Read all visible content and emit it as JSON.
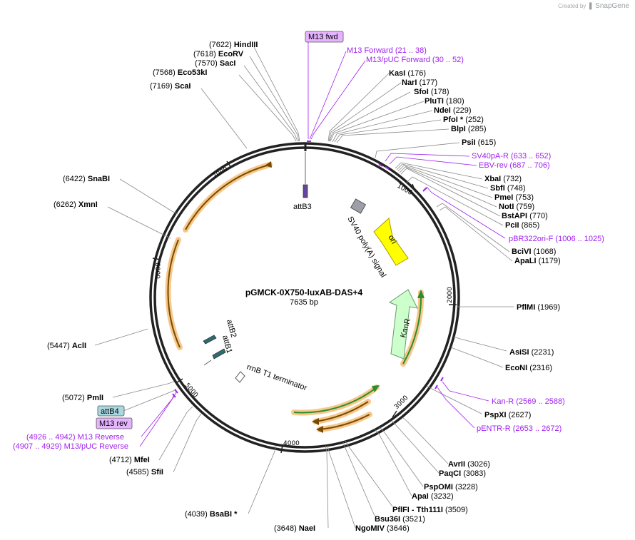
{
  "watermark": {
    "prefix": "Created by",
    "brand": "SnapGene"
  },
  "plasmid": {
    "name": "pGMCK-0X750-luxAB-DAS+4",
    "length_label": "7635 bp"
  },
  "ticks": [
    "1000",
    "2000",
    "3000",
    "4000",
    "5000",
    "6000",
    "7000"
  ],
  "features": [
    {
      "id": "attB3",
      "label": "attB3",
      "color": "#6b3fa0"
    },
    {
      "id": "sv40",
      "label": "SV40 poly(A) signal",
      "color": "#9aa0a6"
    },
    {
      "id": "ori",
      "label": "ori",
      "color": "#ffff00"
    },
    {
      "id": "kanr",
      "label": "KanR",
      "color": "#ccffcc"
    },
    {
      "id": "attB2",
      "label": "attB2",
      "color": "#2f6b73"
    },
    {
      "id": "attB1",
      "label": "attB1",
      "color": "#2f6b73"
    },
    {
      "id": "rrnb",
      "label": "rrnB T1 terminator",
      "color": "#ffffff"
    }
  ],
  "boxed_labels": [
    {
      "id": "m13fwd",
      "text": "M13 fwd",
      "color": "#e6b3ff"
    },
    {
      "id": "attb4",
      "text": "attB4",
      "color": "#a8d8e0"
    },
    {
      "id": "m13rev",
      "text": "M13 rev",
      "color": "#e6b3ff"
    }
  ],
  "enzymes": [
    {
      "pos": "(7622)",
      "name": "HindIII"
    },
    {
      "pos": "(7618)",
      "name": "EcoRV"
    },
    {
      "pos": "(7570)",
      "name": "SacI"
    },
    {
      "pos": "(7568)",
      "name": "Eco53kI"
    },
    {
      "pos": "(7169)",
      "name": "ScaI"
    },
    {
      "pos": "(176)",
      "name": "KasI"
    },
    {
      "pos": "(177)",
      "name": "NarI"
    },
    {
      "pos": "(178)",
      "name": "SfoI"
    },
    {
      "pos": "(180)",
      "name": "PluTI"
    },
    {
      "pos": "(229)",
      "name": "NdeI"
    },
    {
      "pos": "(252)",
      "name": "PfoI *"
    },
    {
      "pos": "(285)",
      "name": "BlpI"
    },
    {
      "pos": "(615)",
      "name": "PsiI"
    },
    {
      "pos": "(732)",
      "name": "XbaI"
    },
    {
      "pos": "(748)",
      "name": "SbfI"
    },
    {
      "pos": "(753)",
      "name": "PmeI"
    },
    {
      "pos": "(759)",
      "name": "NotI"
    },
    {
      "pos": "(770)",
      "name": "BstAPI"
    },
    {
      "pos": "(865)",
      "name": "PciI"
    },
    {
      "pos": "(1068)",
      "name": "BciVI"
    },
    {
      "pos": "(1179)",
      "name": "ApaLI"
    },
    {
      "pos": "(1969)",
      "name": "PflMI"
    },
    {
      "pos": "(2231)",
      "name": "AsiSI"
    },
    {
      "pos": "(2316)",
      "name": "EcoNI"
    },
    {
      "pos": "(2627)",
      "name": "PspXI"
    },
    {
      "pos": "(3026)",
      "name": "AvrII"
    },
    {
      "pos": "(3083)",
      "name": "PaqCI"
    },
    {
      "pos": "(3228)",
      "name": "PspOMI"
    },
    {
      "pos": "(3232)",
      "name": "ApaI"
    },
    {
      "pos": "(3509)",
      "name": "PflFI - Tth111I"
    },
    {
      "pos": "(3521)",
      "name": "Bsu36I"
    },
    {
      "pos": "(3646)",
      "name": "NgoMIV"
    },
    {
      "pos": "(3648)",
      "name": "NaeI"
    },
    {
      "pos": "(4039)",
      "name": "BsaBI *"
    },
    {
      "pos": "(4585)",
      "name": "SfiI"
    },
    {
      "pos": "(4712)",
      "name": "MfeI"
    },
    {
      "pos": "(5072)",
      "name": "PmlI"
    },
    {
      "pos": "(5447)",
      "name": "AclI"
    },
    {
      "pos": "(6262)",
      "name": "XmnI"
    },
    {
      "pos": "(6422)",
      "name": "SnaBI"
    }
  ],
  "primers": [
    {
      "name": "M13 Forward",
      "range": "(21 .. 38)"
    },
    {
      "name": "M13/pUC Forward",
      "range": "(30 .. 52)"
    },
    {
      "name": "SV40pA-R",
      "range": "(633 .. 652)"
    },
    {
      "name": "EBV-rev",
      "range": "(687 .. 706)"
    },
    {
      "name": "pBR322ori-F",
      "range": "(1006 .. 1025)"
    },
    {
      "name": "Kan-R",
      "range": "(2569 .. 2588)"
    },
    {
      "name": "pENTR-R",
      "range": "(2653 .. 2672)"
    },
    {
      "name": "M13 Reverse",
      "range": "(4926 .. 4942)"
    },
    {
      "name": "M13/pUC Reverse",
      "range": "(4907 .. 4929)"
    }
  ]
}
